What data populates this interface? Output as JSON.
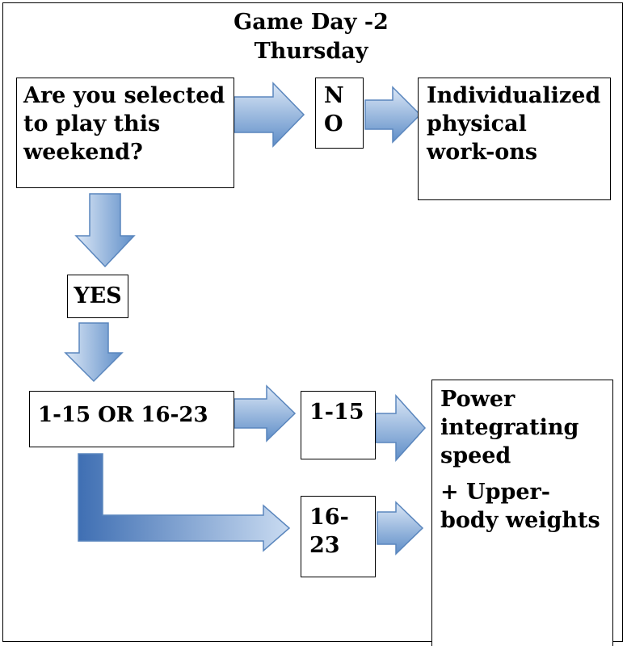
{
  "title": {
    "line1": "Game Day -2",
    "line2": "Thursday"
  },
  "boxes": {
    "question": {
      "lines": [
        "Are you selected",
        "to play this",
        "weekend?"
      ]
    },
    "no": {
      "lines": [
        "N",
        "O"
      ]
    },
    "individualized": {
      "lines": [
        "Individualized",
        "physical",
        "work-ons"
      ]
    },
    "yes": {
      "label": "YES"
    },
    "range": {
      "label": "1-15 OR 16-23"
    },
    "group_1_15": {
      "label": "1-15"
    },
    "group_16_23": {
      "lines": [
        "16-",
        "23"
      ]
    },
    "outcome": {
      "lines": [
        "Power",
        "integrating",
        "speed"
      ],
      "extra": "+ Upper-body weights"
    }
  },
  "colors": {
    "arrow_light": "#bdd3ee",
    "arrow_dark": "#4f7fbf",
    "arrow_stroke": "#5a86bd"
  }
}
